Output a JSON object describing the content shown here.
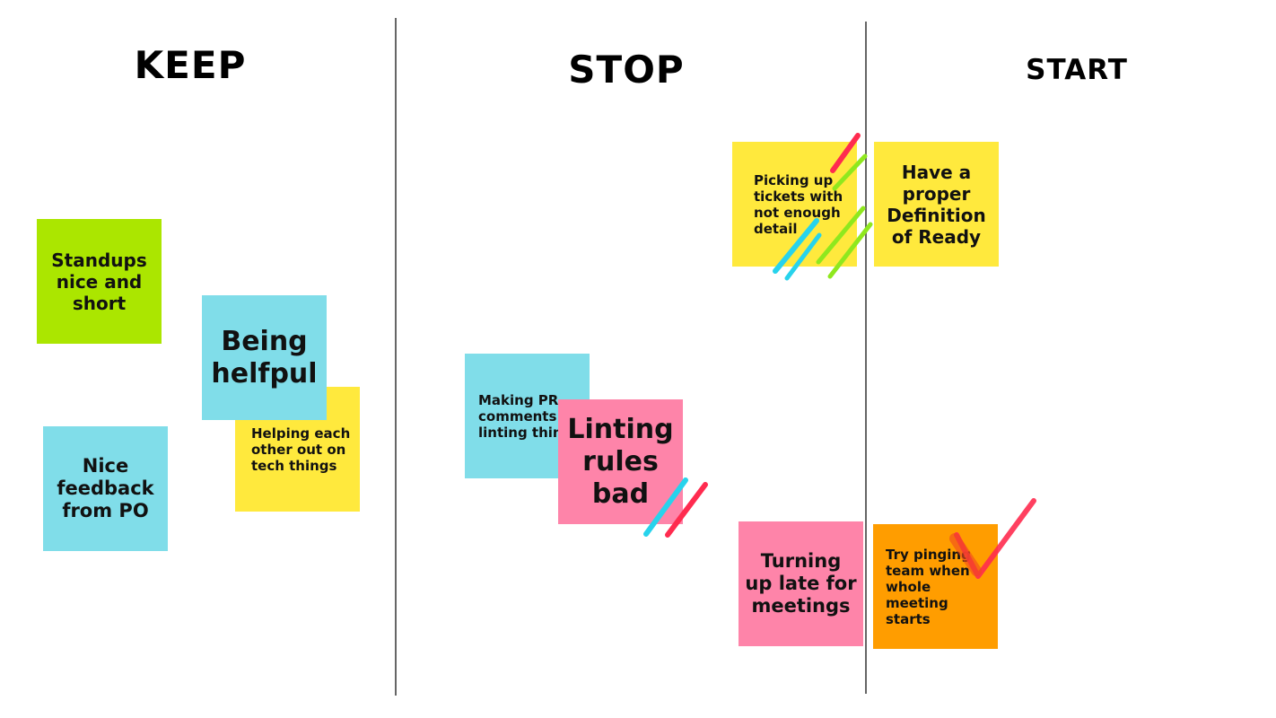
{
  "columns": {
    "keep": "KEEP",
    "stop": "STOP",
    "start": "START"
  },
  "notes": {
    "standups": "Standups\nnice and\nshort",
    "being_helpful": "Being\nhelfpul",
    "helping_each_other": "Helping each\nother out on\ntech things",
    "nice_feedback": "Nice\nfeedback\nfrom PO",
    "making_pr_comments": "Making PR\ncomments ...\nlinting things",
    "linting_rules": "Linting\nrules\nbad",
    "picking_up_tickets": "Picking up\ntickets with\nnot enough\ndetail",
    "turning_up_late": "Turning\nup late for\nmeetings",
    "definition_of_ready": "Have a\nproper\nDefinition\nof Ready",
    "try_pinging": "Try pinging\nteam when\nwhole\nmeeting starts"
  },
  "colors": {
    "green": "#abe600",
    "blue": "#80dde9",
    "yellow": "#ffe93d",
    "pink": "#fe84a9",
    "orange": "#ff9d00",
    "vote_red": "#ff2b4f",
    "vote_green": "#8fe81e",
    "vote_cyan": "#27d3ec"
  }
}
